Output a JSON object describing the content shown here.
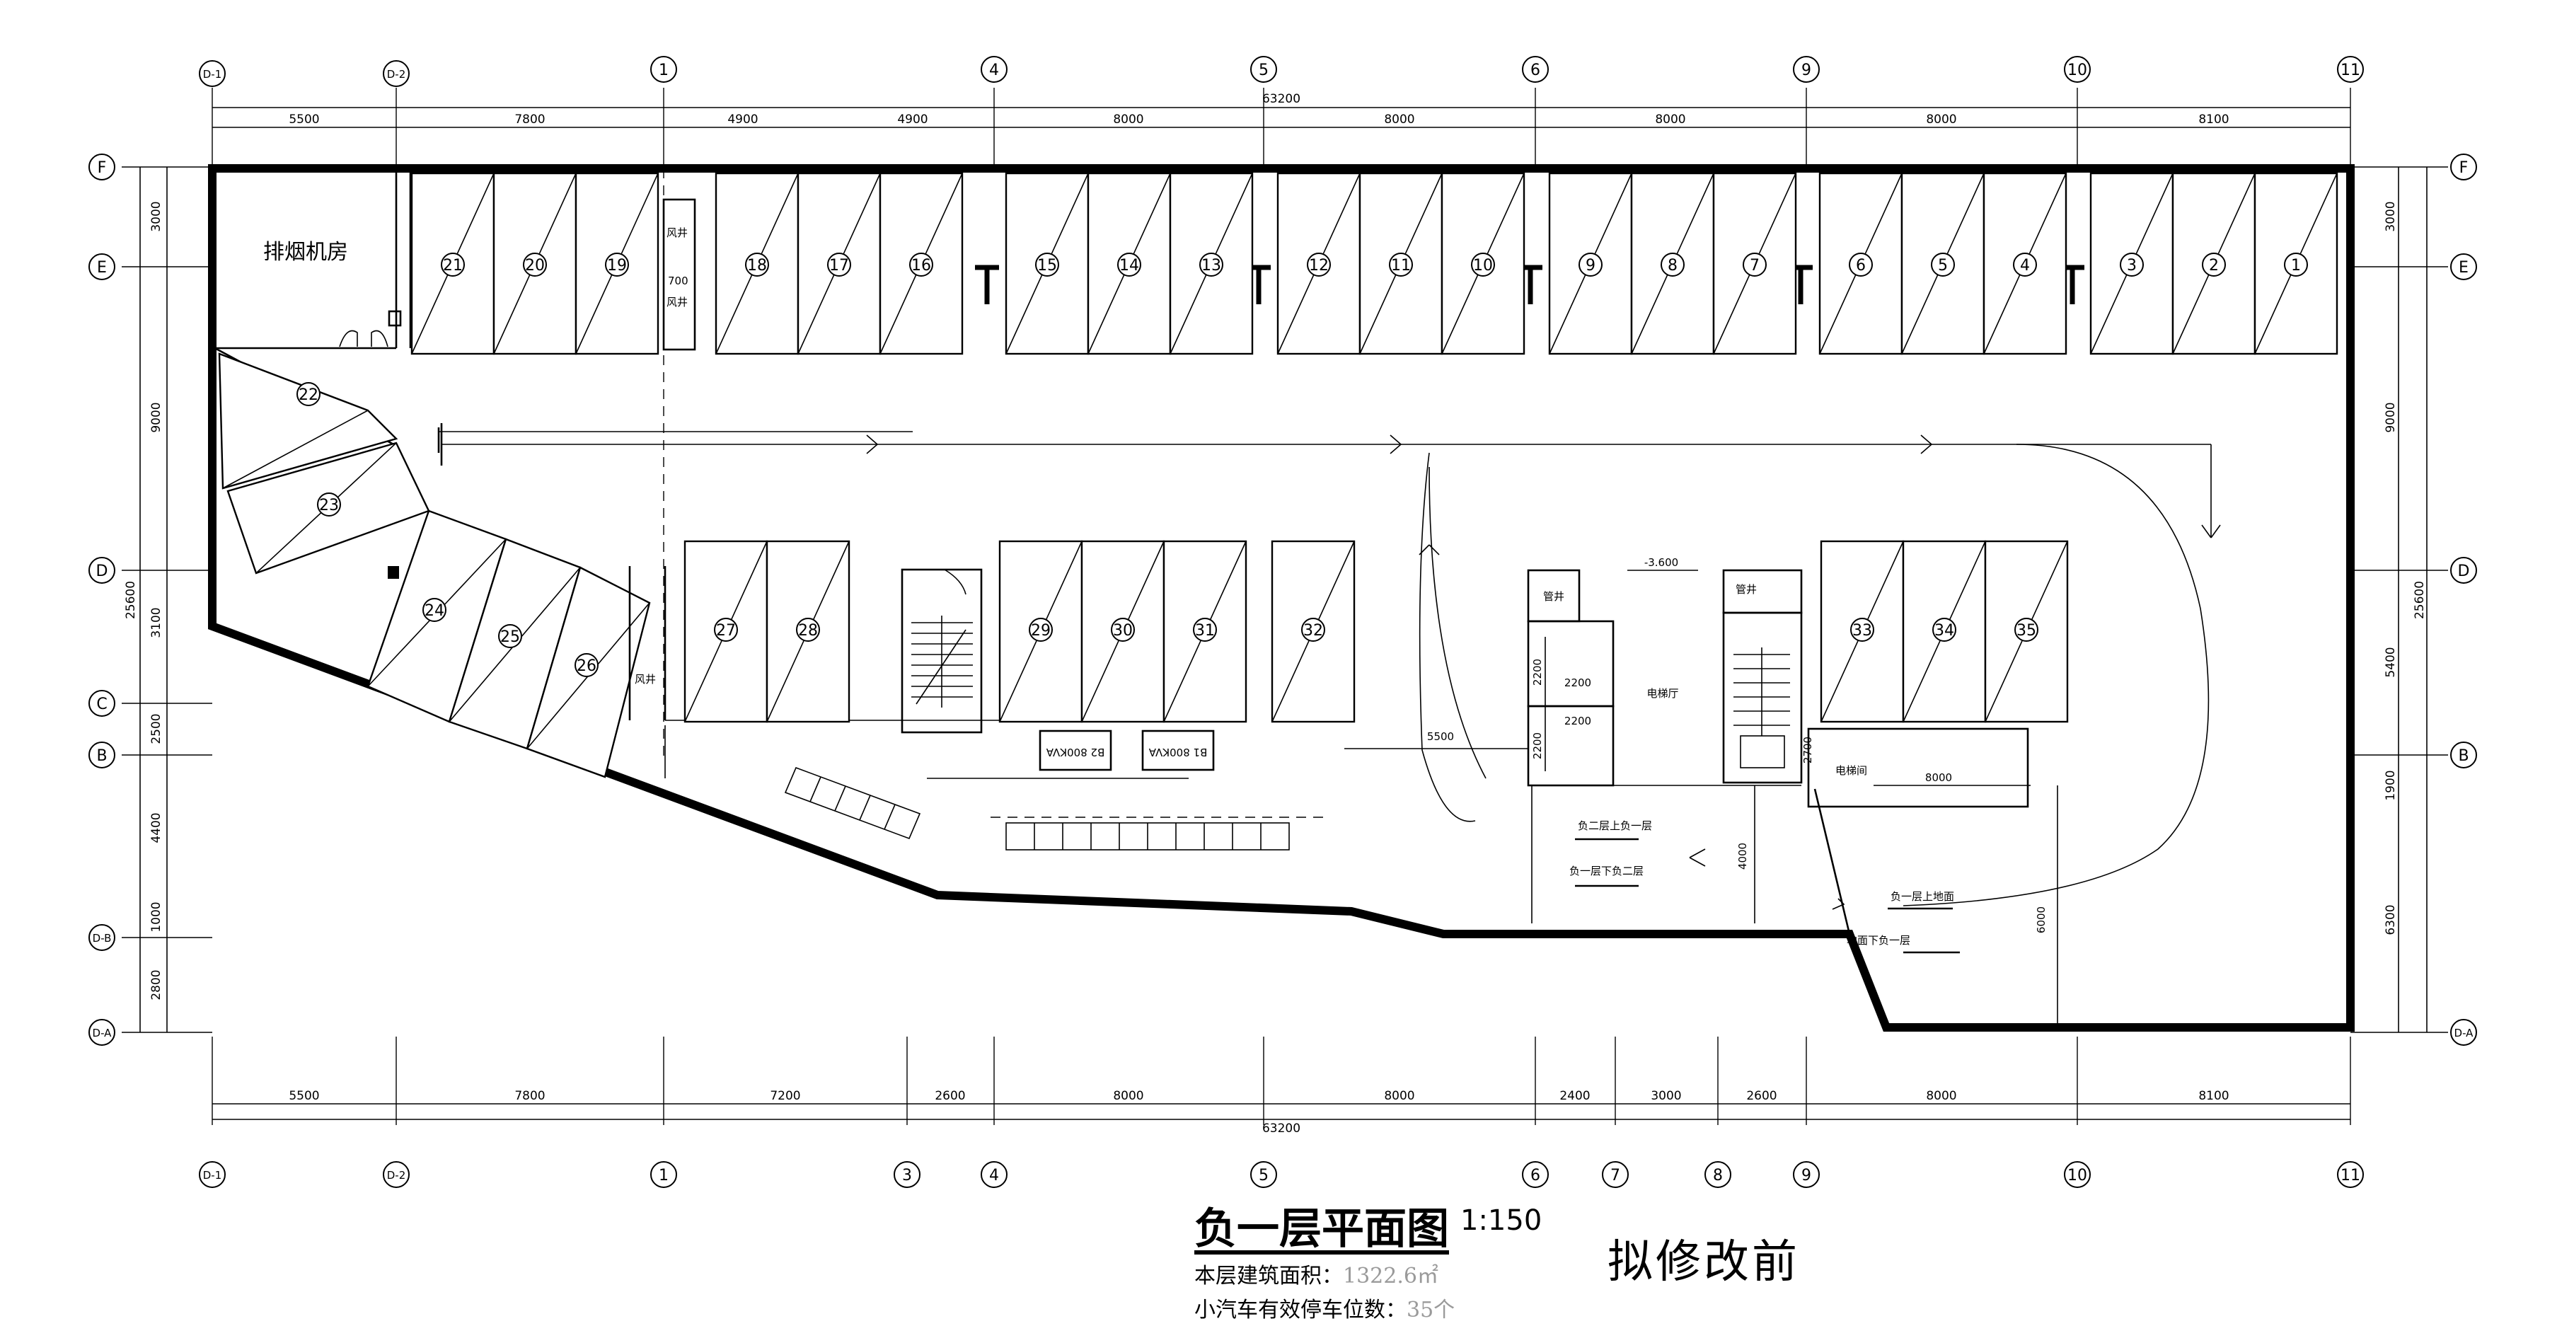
{
  "drawing": {
    "title": "负一层平面图",
    "scale": "1:150",
    "status_note": "拟修改前",
    "area_label": "本层建筑面积：",
    "area_value": "1322.6㎡",
    "parking_label": "小汽车有效停车位数：",
    "parking_value": "35个"
  },
  "axes": {
    "top_numbers": [
      "D-1",
      "D-2",
      "1",
      "4",
      "5",
      "6",
      "9",
      "10",
      "11"
    ],
    "bottom_numbers": [
      "D-1",
      "D-2",
      "1",
      "3",
      "4",
      "5",
      "6",
      "7",
      "8",
      "9",
      "10",
      "11"
    ],
    "left_letters": [
      "F",
      "E",
      "D",
      "C",
      "B",
      "D-B",
      "D-A"
    ],
    "right_letters": [
      "F",
      "E",
      "D",
      "B",
      "D-A"
    ]
  },
  "dimensions": {
    "top_total": "63200",
    "top_segments": [
      "5500",
      "7800",
      "4900",
      "4900",
      "8000",
      "8000",
      "8000",
      "8000",
      "8100"
    ],
    "bottom_total": "63200",
    "bottom_segments": [
      "5500",
      "7800",
      "7200",
      "2600",
      "8000",
      "8000",
      "2400",
      "3000",
      "2600",
      "8000",
      "8100"
    ],
    "left_total": "25600",
    "left_segments": [
      "3000",
      "9000",
      "3100",
      "2500",
      "4400",
      "1000",
      "2800"
    ],
    "right_total": "25600",
    "right_segments": [
      "3000",
      "9000",
      "5400",
      "1900",
      "6300"
    ]
  },
  "rooms": {
    "smoke_exhaust": "排烟机房",
    "fan_room_a": "风井",
    "fan_room_b": "风井",
    "fan_room_c": "风井",
    "shaft_label": "700",
    "elevator_hall": "电梯厅",
    "shaft_1": "管井",
    "shaft_2": "管井",
    "equipment_room": "电梯间",
    "room_dim_1": "2200",
    "room_dim_2": "2200",
    "room_dim_3": "2200",
    "room_dim_4": "2200",
    "level": "-3.600",
    "dim_5500": "5500",
    "dim_2700": "2700",
    "dim_8000": "8000",
    "dim_4000": "4000",
    "dim_6000": "6000",
    "transformer_1": "B2 800KVA",
    "transformer_2": "B1 800KVA",
    "ramp_1": "负二层上负一层",
    "ramp_2": "负一层下负二层",
    "ramp_3": "负一层上地面",
    "ramp_4": "地面下负一层"
  },
  "parking_spaces": [
    "1",
    "2",
    "3",
    "4",
    "5",
    "6",
    "7",
    "8",
    "9",
    "10",
    "11",
    "12",
    "13",
    "14",
    "15",
    "16",
    "17",
    "18",
    "19",
    "20",
    "21",
    "22",
    "23",
    "24",
    "25",
    "26",
    "27",
    "28",
    "29",
    "30",
    "31",
    "32",
    "33",
    "34",
    "35"
  ]
}
